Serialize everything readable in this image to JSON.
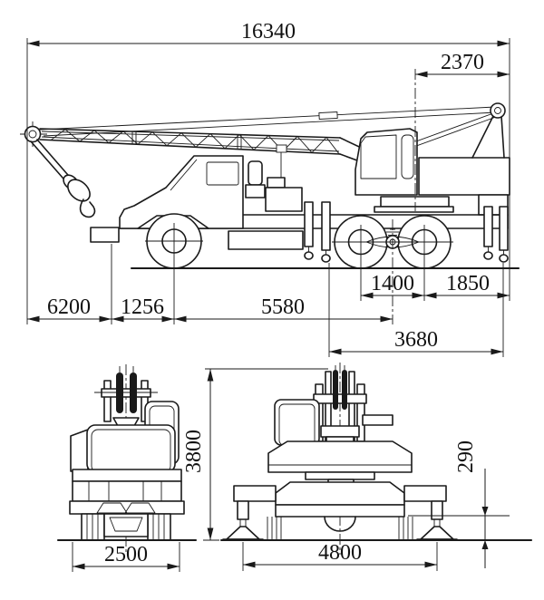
{
  "colors": {
    "line": "#1a1a1a",
    "background": "#ffffff"
  },
  "dims": {
    "side": {
      "overall_length": "16340",
      "tail_radius": "2370",
      "hook_reach": "6200",
      "front_overhang": "1256",
      "wheelbase": "5580",
      "tandem_axle_spacing": "1400",
      "rear_axle_to_outrigger": "1850",
      "outrigger_base": "3680"
    },
    "front": {
      "overall_width": "2500",
      "overall_height": "3800"
    },
    "rear": {
      "outrigger_spread": "4800",
      "ground_clearance": "290"
    }
  }
}
